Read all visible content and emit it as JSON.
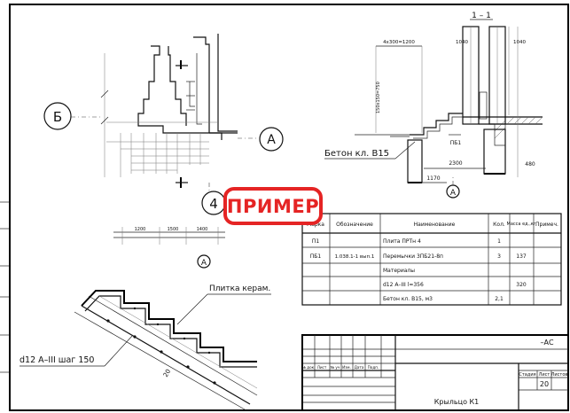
{
  "drawing": {
    "section_label": "1 – 1",
    "axis_letters": {
      "b": "Б",
      "a": "А",
      "four": "4"
    },
    "dims_top": {
      "step_run": "4x300=1200",
      "right_height": "1040",
      "mid_left": "1040",
      "vertical_small": "150x150=750"
    },
    "concrete_label": "Бетон кл. В15",
    "element_mark_pb": "ПБ1",
    "dim_2300": "2300",
    "dim_480": "480",
    "dim_1170": "1170",
    "dims_bottom_plan": [
      "1200",
      "1500",
      "1400"
    ],
    "axis_a_bottom": "А",
    "tile_label": "Плитка керам.",
    "rebar_label": "d12  А–III  шаг 150",
    "slope_dim": "20"
  },
  "spec_table": {
    "headers": [
      "Марка",
      "Обозначение",
      "Наименование",
      "Кол.",
      "Масса ед.,кг",
      "Примеч."
    ],
    "rows": [
      [
        "П1",
        "",
        "Плита ПРТн 4",
        "1",
        "",
        ""
      ],
      [
        "ПБ1",
        "1.038.1-1 вып.1",
        "Перемычки 3ПБ21-8п",
        "3",
        "137",
        ""
      ],
      [
        "",
        "",
        "Материалы",
        "",
        "",
        ""
      ],
      [
        "",
        "",
        "d12  А–III  l=356",
        "",
        "320",
        ""
      ],
      [
        "",
        "",
        "Бетон кл. В15, м3",
        "2,1",
        "",
        ""
      ]
    ]
  },
  "title_block": {
    "code": "–АС",
    "cols": [
      "№ док.",
      "Лист",
      "№ уч",
      "Изм.",
      "Дата",
      "Подп."
    ],
    "stage_label": "Стадия",
    "sheet_label": "Лист",
    "sheets_label": "Листов",
    "sheet_number": "20",
    "title": "Крыльцо К1"
  },
  "stamp_text": "ПРИМЕР",
  "colors": {
    "stamp": "#e52424",
    "lines": "#111111"
  }
}
